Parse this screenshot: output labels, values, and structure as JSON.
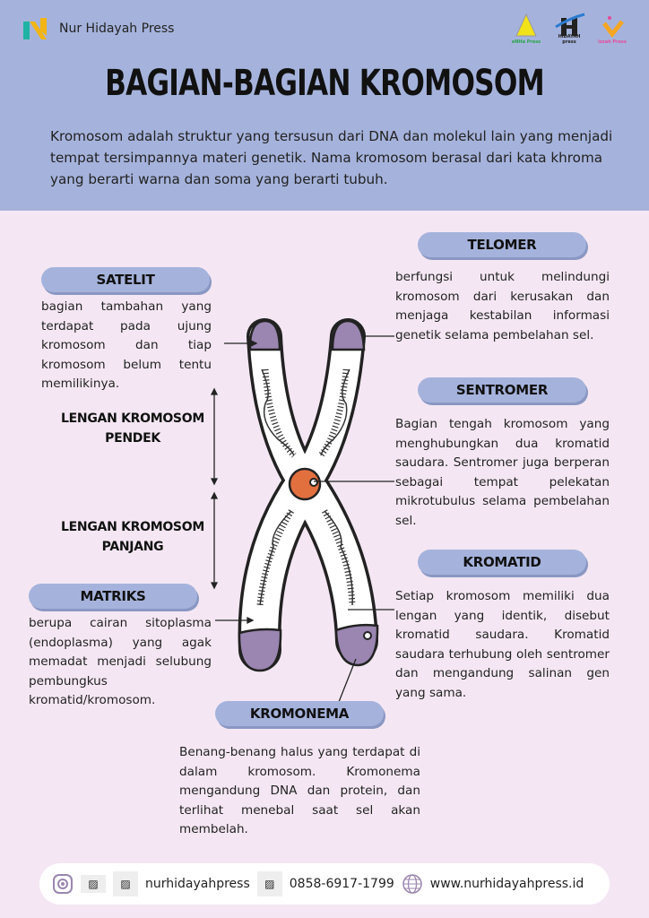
{
  "header": {
    "brand": "Nur Hidayah Press",
    "publishers": [
      "eNHa Press",
      "HIDAYAH press",
      "izzah Press"
    ],
    "title": "BAGIAN-BAGIAN KROMOSOM",
    "intro": "Kromosom adalah struktur yang tersusun dari DNA dan molekul lain yang menjadi tempat tersimpannya materi genetik. Nama kromosom berasal dari kata khroma yang berarti warna dan soma yang berarti tubuh."
  },
  "parts": {
    "satelit": {
      "label": "SATELIT",
      "text": "bagian tambahan yang terdapat pada ujung kromosom dan tiap kromosom belum tentu memilikinya."
    },
    "telomer": {
      "label": "TELOMER",
      "text": "berfungsi untuk melindungi kromosom dari kerusakan dan menjaga kestabilan informasi genetik selama pembelahan sel."
    },
    "sentromer": {
      "label": "SENTROMER",
      "text": "Bagian tengah kromosom yang menghubungkan dua kromatid saudara. Sentromer juga berperan sebagai tempat pelekatan mikrotubulus selama pembelahan sel."
    },
    "kromatid": {
      "label": "KROMATID",
      "text": "Setiap kromosom memiliki dua lengan yang identik, disebut kromatid saudara. Kromatid saudara terhubung oleh sentromer dan mengandung salinan gen yang sama."
    },
    "matriks": {
      "label": "MATRIKS",
      "text": "berupa cairan sitoplasma (endoplasma) yang agak memadat menjadi selubung pembungkus kromatid/kromosom."
    },
    "kromonema": {
      "label": "KROMONEMA",
      "text": "Benang-benang halus yang terdapat di dalam kromosom. Kromonema mengandung DNA dan protein, dan terlihat menebal saat sel akan membelah."
    }
  },
  "arms": {
    "short": "LENGAN KROMOSOM PENDEK",
    "long": "LENGAN KROMOSOM PANJANG"
  },
  "footer": {
    "social": "nurhidayahpress",
    "phone": "0858-6917-1799",
    "website": "www.nurhidayahpress.id"
  },
  "colors": {
    "header": "#a5b3dc",
    "background": "#f4e7f3",
    "tip": "#9a86b0",
    "centromere": "#e2703f"
  }
}
